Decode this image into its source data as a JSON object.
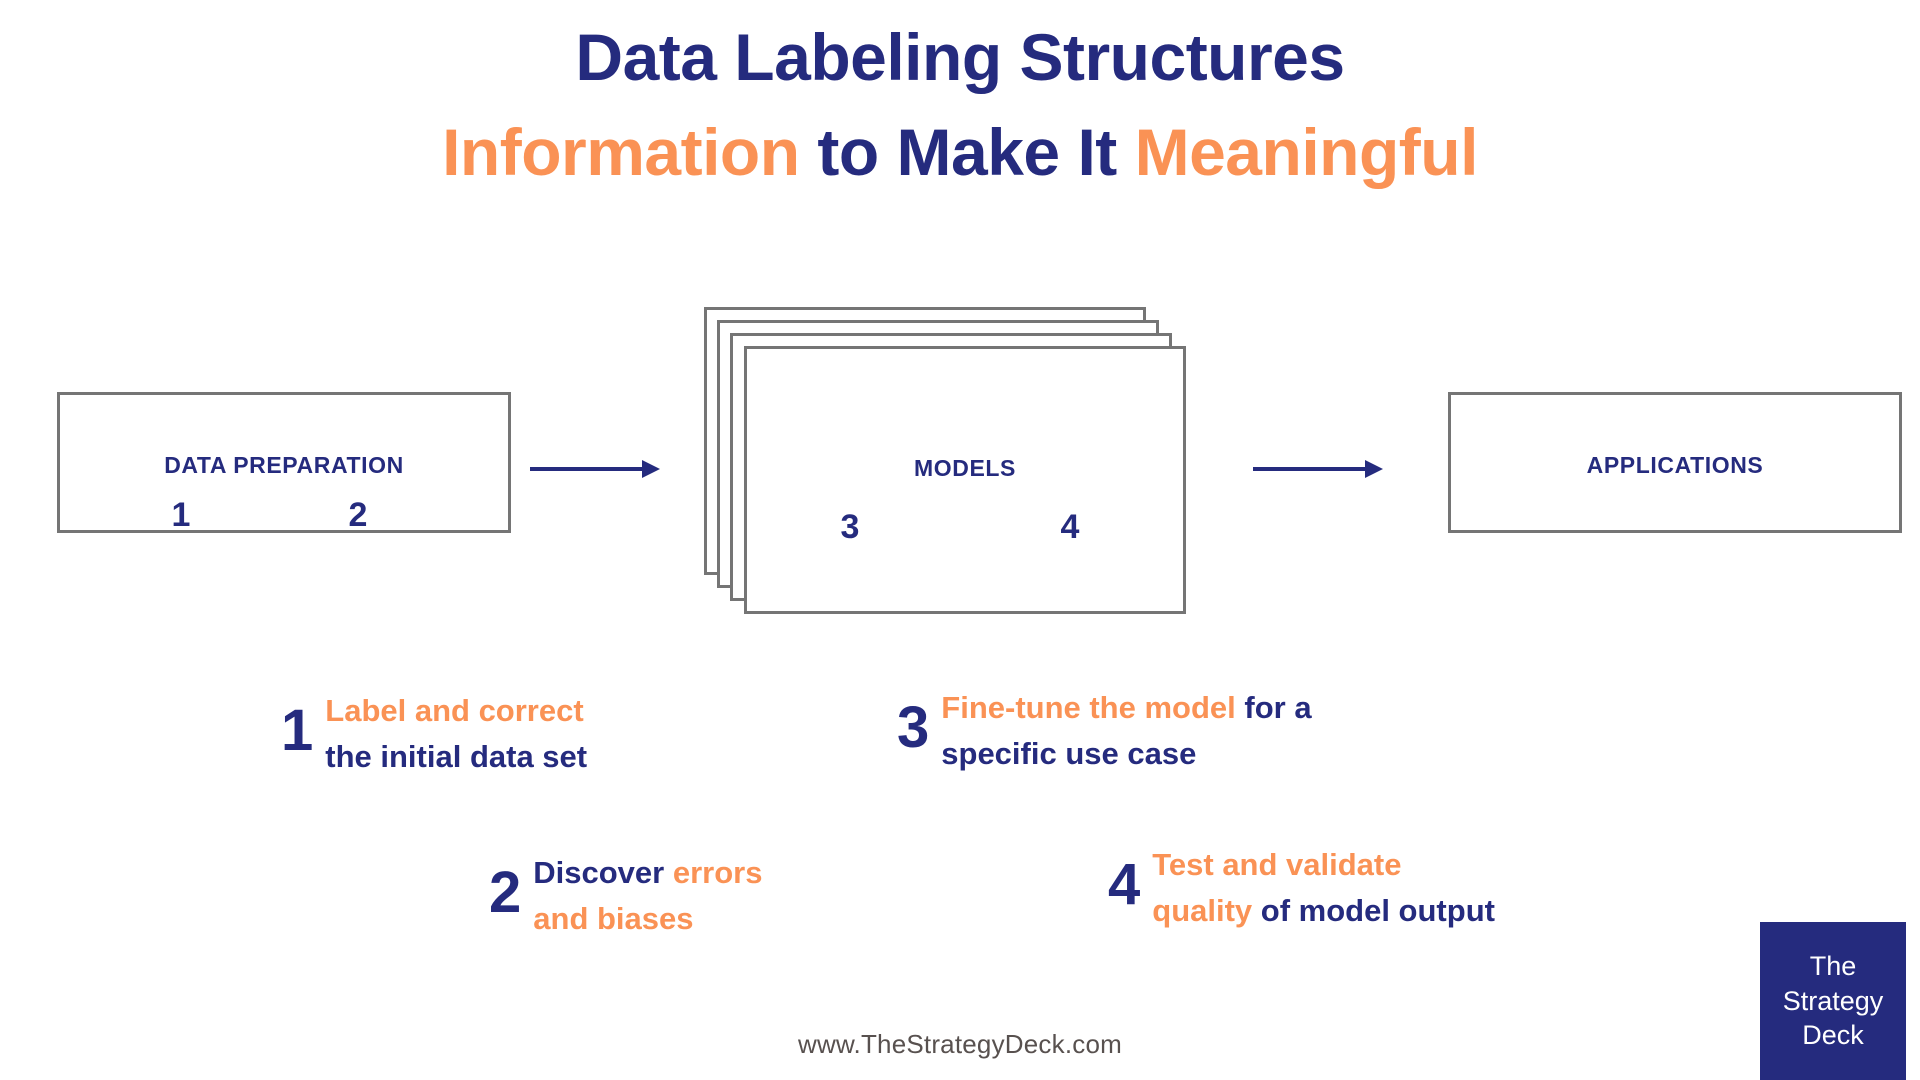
{
  "colors": {
    "navy": "#252b7e",
    "orange": "#fa9255",
    "box_border": "#757575",
    "footer_text": "#58514f",
    "background": "#ffffff"
  },
  "title": {
    "line1": "Data Labeling Structures",
    "line2_part1": "Information",
    "line2_part2": " to Make It ",
    "line2_part3": "Meaningful"
  },
  "flow": {
    "stages": [
      {
        "label": "DATA PREPARATION",
        "numbers": [
          "1",
          "2"
        ]
      },
      {
        "label": "MODELS",
        "numbers": [
          "3",
          "4"
        ]
      },
      {
        "label": "APPLICATIONS",
        "numbers": []
      }
    ],
    "arrows": [
      "arrow-right",
      "arrow-right"
    ],
    "models_card_count": 4
  },
  "steps": [
    {
      "number": "1",
      "line1_orange": "Label and correct",
      "line1_navy": "",
      "line2_orange": "",
      "line2_navy": "the initial data set"
    },
    {
      "number": "2",
      "line1_navy": "Discover ",
      "line1_orange": "errors",
      "line2_orange": "and biases",
      "line2_navy": ""
    },
    {
      "number": "3",
      "line1_orange": "Fine-tune the model",
      "line1_navy": " for a",
      "line2_orange": "",
      "line2_navy": "specific use case"
    },
    {
      "number": "4",
      "line1_orange": "Test and validate",
      "line1_navy": "",
      "line2_orange": "quality",
      "line2_navy": " of  model output"
    }
  ],
  "logo": {
    "line1": "The",
    "line2": "Strategy",
    "line3": "Deck"
  },
  "footer": {
    "url": "www.TheStrategyDeck.com"
  }
}
